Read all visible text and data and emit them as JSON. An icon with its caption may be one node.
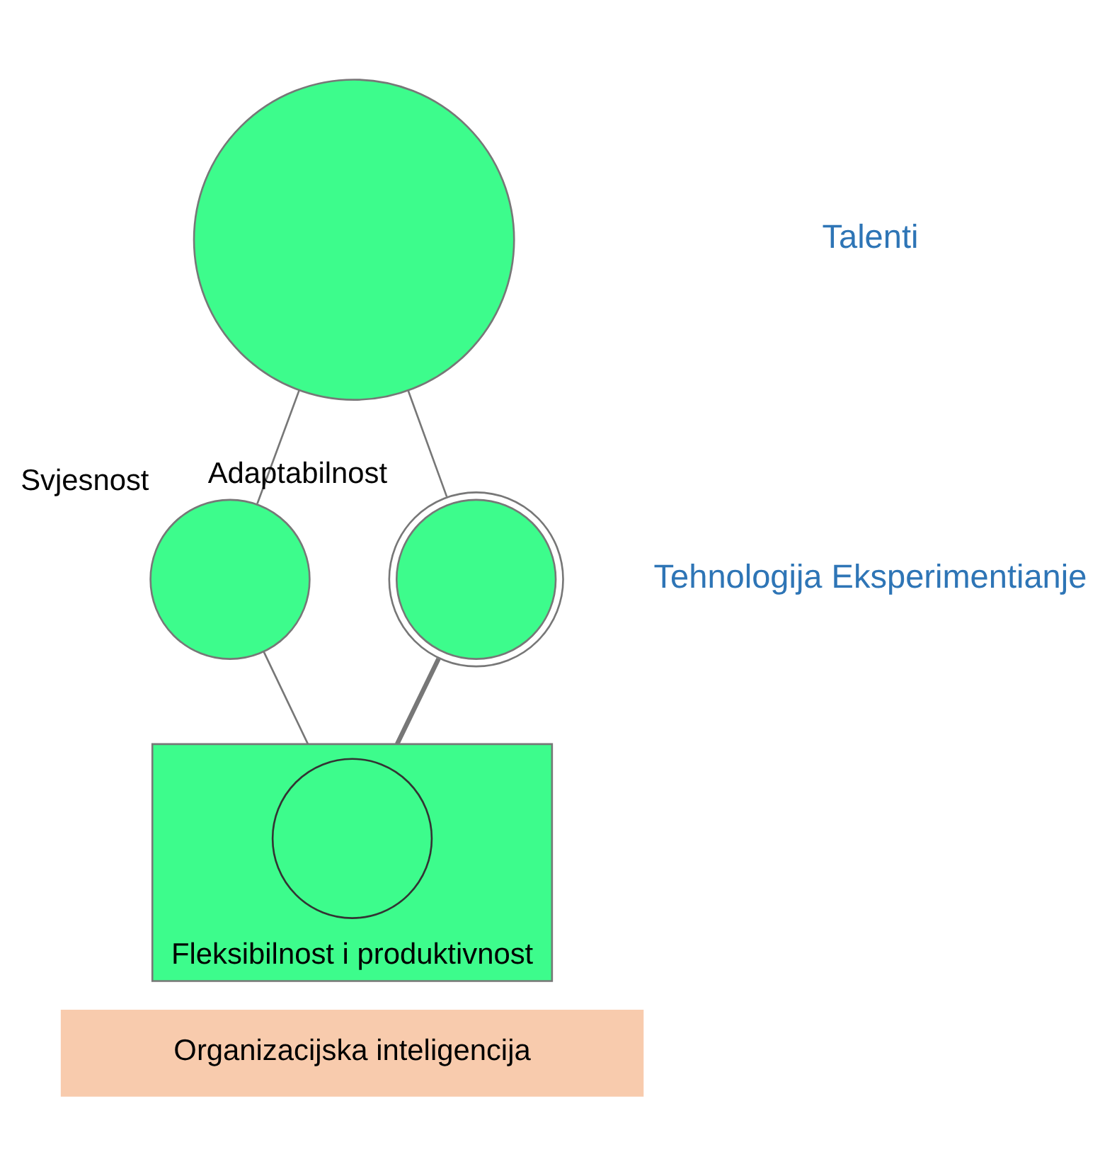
{
  "diagram": {
    "nodes": [
      {
        "text": [],
        "shape": "circle"
      },
      {
        "text": [],
        "shape": "circle",
        "beside": [
          "Svjesnost"
        ]
      },
      {
        "text": [],
        "shape": "circle",
        "beside": [
          "Adaptabilnost"
        ]
      },
      {
        "text": [],
        "shape": "box",
        "beside": [
          "Fleksibilnost i produktivnost"
        ]
      },
      {
        "text": [],
        "shape": "circle",
        "in": 3
      },
      {
        "text": [
          "Organizacijska inteligencija"
        ]
      }
    ],
    "edges": [
      {
        "from": 0,
        "to": 1,
        "arrow": "none"
      },
      {
        "from": 0,
        "to": 2,
        "arrow": "none"
      },
      {
        "from": 1,
        "to": 3,
        "arrow": "none"
      },
      {
        "from": 2,
        "to": 3,
        "arrow": "none",
        "style": "thick"
      }
    ],
    "labels": [
      "Talenti",
      "Tehnologija Eksperimentianje"
    ]
  }
}
